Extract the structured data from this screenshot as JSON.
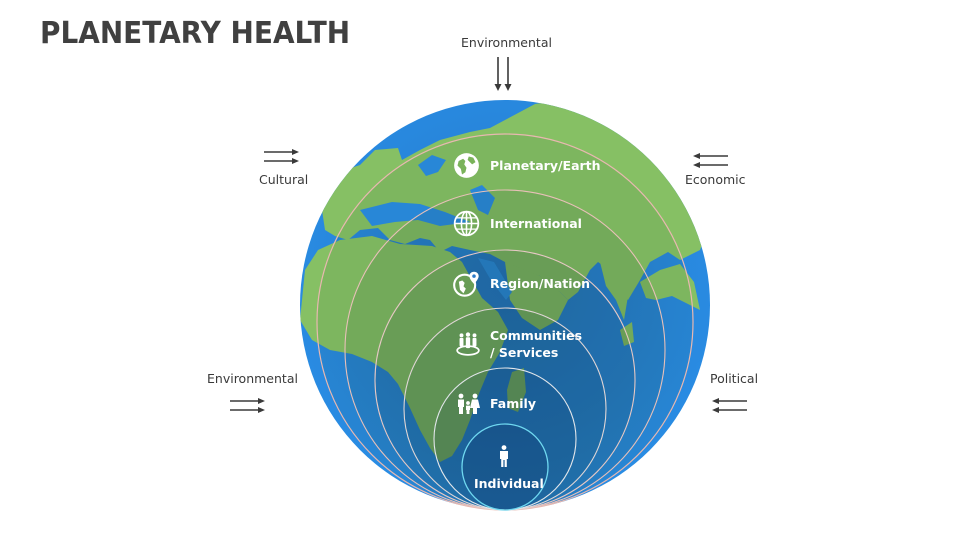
{
  "title": "PLANETARY HEALTH",
  "factors": {
    "top": {
      "label": "Environmental",
      "direction": "down"
    },
    "top_left": {
      "label": "Cultural",
      "direction": "right"
    },
    "top_right": {
      "label": "Economic",
      "direction": "left"
    },
    "bottom_left": {
      "label": "Environmental",
      "direction": "right"
    },
    "bottom_right": {
      "label": "Political",
      "direction": "left"
    }
  },
  "levels": [
    {
      "label": "Planetary/Earth",
      "icon": "globe-icon"
    },
    {
      "label": "International",
      "icon": "world-grid-icon"
    },
    {
      "label": "Region/Nation",
      "icon": "globe-location-pin-icon"
    },
    {
      "label_line1": "Communities",
      "label_line2": "/ Services",
      "icon": "community-group-icon"
    },
    {
      "label": "Family",
      "icon": "family-icon"
    },
    {
      "label": "Individual",
      "icon": "person-icon"
    }
  ],
  "colors": {
    "title": "#404040",
    "ocean": "#2a8be0",
    "land": "#86c064",
    "ring_stroke": "#e8b8b0",
    "inner_ring_stroke": "#6fd8f0",
    "arrow": "#3a3a3a"
  }
}
